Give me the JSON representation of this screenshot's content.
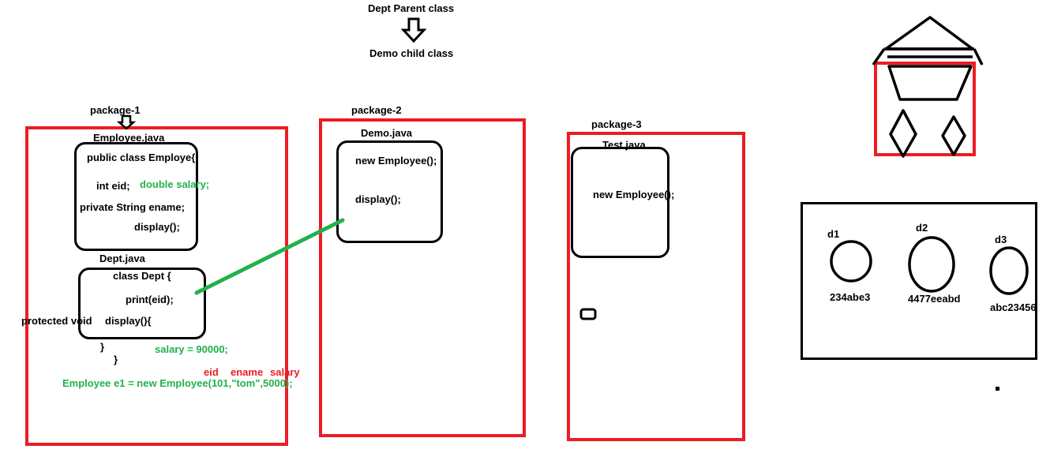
{
  "header": {
    "parent_label": "Dept  Parent class",
    "child_label": "Demo  child class"
  },
  "package1": {
    "label": "package-1",
    "employee_file": "Employee.java",
    "employee_lines": {
      "class_decl": "public class Employe{",
      "eid": "int eid;",
      "salary": "double salary;",
      "ename": "private String ename;",
      "display": "display();"
    },
    "dept_file": "Dept.java",
    "dept_lines": {
      "class_decl": "class Dept {",
      "print": "print(eid);",
      "protected": "protected  void",
      "display": "display(){",
      "close_inner": "}",
      "close_outer": "}",
      "salary_assign": "salary = 90000;"
    },
    "ctor_params": {
      "eid": "eid",
      "ename": "ename",
      "salary": "salary"
    },
    "object_creation": "Employee e1 = new Employee(101,\"tom\",5000);"
  },
  "package2": {
    "label": "package-2",
    "file": "Demo.java",
    "lines": {
      "new_employee": "new Employee();",
      "display": "display();"
    }
  },
  "package3": {
    "label": "package-3",
    "file": "Test.java",
    "lines": {
      "new_employee": "new Employee();"
    }
  },
  "objects": [
    {
      "name": "d1",
      "hash": "234abe3"
    },
    {
      "name": "d2",
      "hash": "4477eeabd"
    },
    {
      "name": "d3",
      "hash": "abc23456"
    }
  ],
  "colors": {
    "package_border": "#ed1c24",
    "annotation_green": "#22b14c",
    "annotation_red": "#ed1c24",
    "ink": "#000000"
  }
}
